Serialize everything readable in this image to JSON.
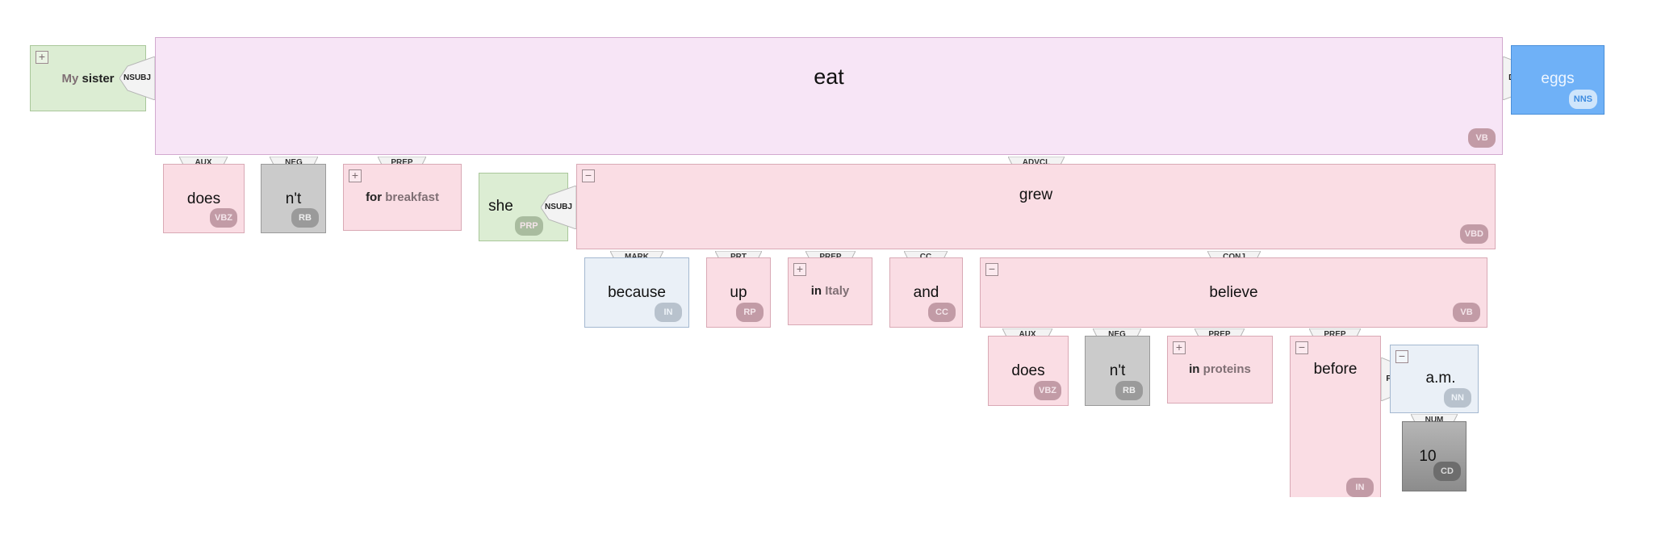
{
  "root": {
    "word": "eat",
    "tag": "VB"
  },
  "subject": {
    "det": "My",
    "head": "sister",
    "rel": "NSUBJ",
    "toggle": "+"
  },
  "object": {
    "word": "eggs",
    "tag": "NNS",
    "rel": "DOBJ"
  },
  "level1": {
    "aux": {
      "rel": "AUX",
      "word": "does",
      "tag": "VBZ"
    },
    "neg": {
      "rel": "NEG",
      "word": "n't",
      "tag": "RB"
    },
    "prep": {
      "rel": "PREP",
      "head": "for",
      "obj": "breakfast",
      "toggle": "+"
    },
    "advcl_subj": {
      "word": "she",
      "tag": "PRP",
      "rel": "NSUBJ"
    },
    "advcl": {
      "rel": "ADVCL",
      "word": "grew",
      "tag": "VBD",
      "toggle": "−"
    }
  },
  "level2": {
    "mark": {
      "rel": "MARK",
      "word": "because",
      "tag": "IN"
    },
    "prt": {
      "rel": "PRT",
      "word": "up",
      "tag": "RP"
    },
    "prep": {
      "rel": "PREP",
      "head": "in",
      "obj": "Italy",
      "toggle": "+"
    },
    "cc": {
      "rel": "CC",
      "word": "and",
      "tag": "CC"
    },
    "conj": {
      "rel": "CONJ",
      "word": "believe",
      "tag": "VB",
      "toggle": "−"
    }
  },
  "level3": {
    "aux": {
      "rel": "AUX",
      "word": "does",
      "tag": "VBZ"
    },
    "neg": {
      "rel": "NEG",
      "word": "n't",
      "tag": "RB"
    },
    "prep1": {
      "rel": "PREP",
      "head": "in",
      "obj": "proteins",
      "toggle": "+"
    },
    "prep2": {
      "rel": "PREP",
      "word": "before",
      "tag": "IN",
      "toggle": "−"
    },
    "pobj": {
      "rel": "POBJ",
      "word": "a.m.",
      "tag": "NN",
      "toggle": "−"
    },
    "num": {
      "rel": "NUM",
      "word": "10",
      "tag": "CD"
    }
  }
}
